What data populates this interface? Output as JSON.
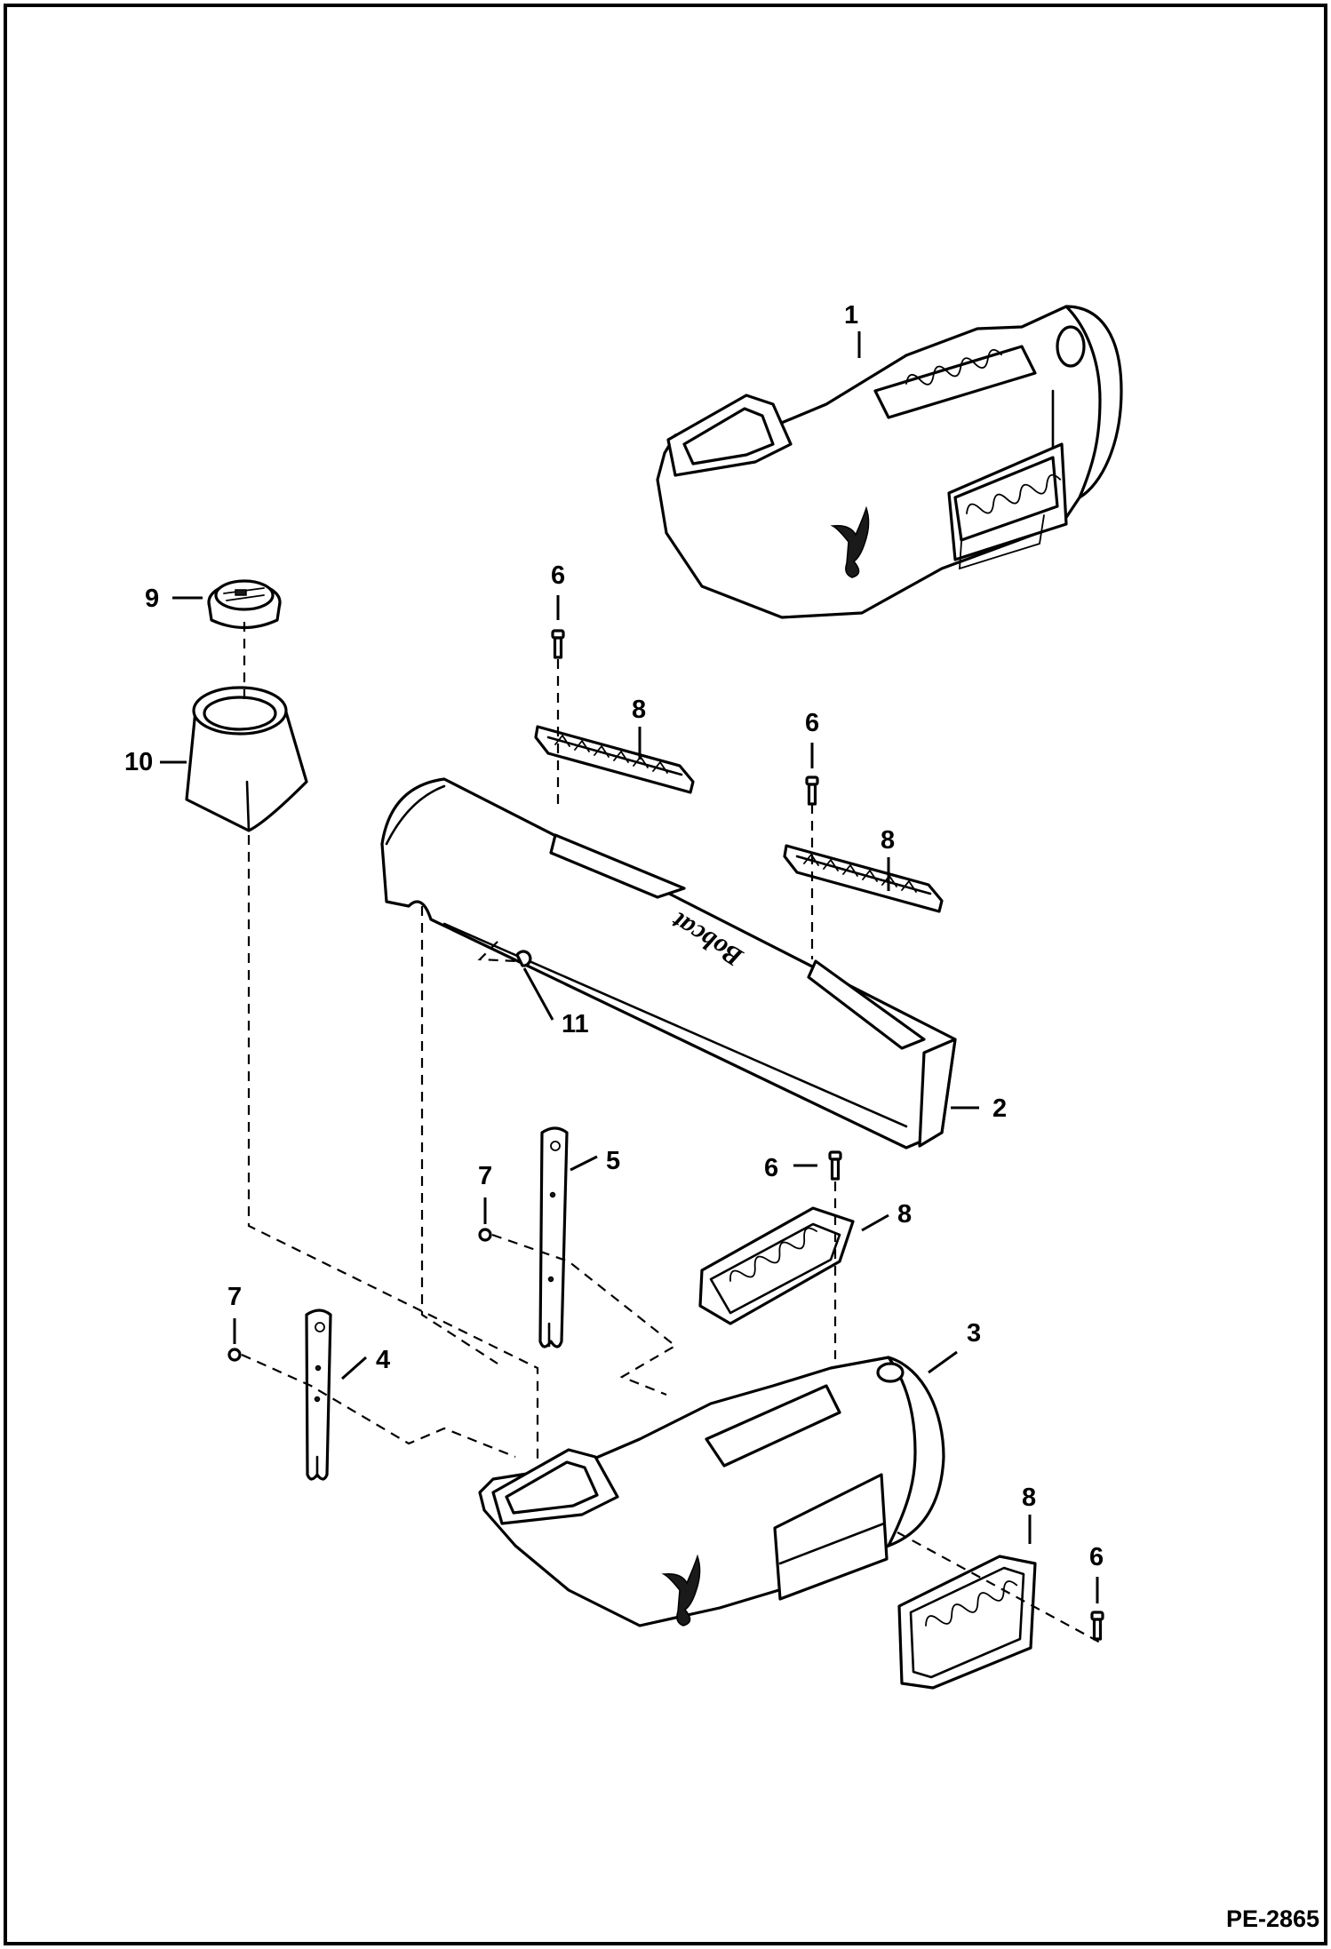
{
  "diagram_code": "PE-2865",
  "callouts": {
    "c1": "1",
    "c2": "2",
    "c3": "3",
    "c4": "4",
    "c5": "5",
    "c6a": "6",
    "c6b": "6",
    "c6c": "6",
    "c6d": "6",
    "c7a": "7",
    "c7b": "7",
    "c8a": "8",
    "c8b": "8",
    "c8c": "8",
    "c8d": "8",
    "c9": "9",
    "c10": "10",
    "c11": "11"
  },
  "logo_text": "Bobcat",
  "parts": [
    {
      "no": "1",
      "icon": "upper-duct-housing"
    },
    {
      "no": "2",
      "icon": "center-duct"
    },
    {
      "no": "3",
      "icon": "lower-duct-housing"
    },
    {
      "no": "4",
      "icon": "mounting-strap"
    },
    {
      "no": "5",
      "icon": "mounting-strap"
    },
    {
      "no": "6",
      "icon": "screw"
    },
    {
      "no": "7",
      "icon": "rivet"
    },
    {
      "no": "8",
      "icon": "louvered-vent"
    },
    {
      "no": "9",
      "icon": "round-vent"
    },
    {
      "no": "10",
      "icon": "vent-adapter"
    },
    {
      "no": "11",
      "icon": "clip"
    }
  ]
}
